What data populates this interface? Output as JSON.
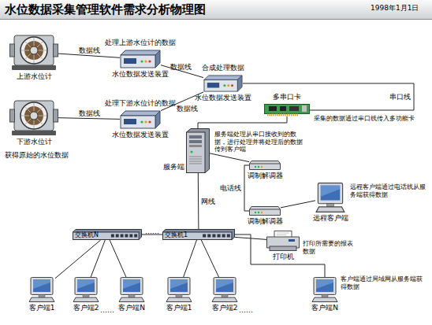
{
  "diagram": {
    "title": "水位数据采集管理软件需求分析物理图",
    "nodes": [
      {
        "text": [
          "上游水位计"
        ]
      },
      {
        "text": [
          "处理上游水位计的数据",
          "水位数据发送装置"
        ]
      },
      {
        "text": [
          "下游水位计"
        ]
      },
      {
        "text": [
          "处理下游水位计的数据",
          "水位数据发送装置"
        ]
      },
      {
        "text": [
          "合成处理数据",
          "水位数据发送装置"
        ]
      },
      {
        "text": [
          "多串口卡"
        ]
      },
      {
        "text": [
          "服务端"
        ]
      },
      {
        "text": [
          "调制解调器"
        ]
      },
      {
        "text": [
          "调制解调器"
        ]
      },
      {
        "text": [
          "远程客户端"
        ]
      },
      {
        "text": [
          "交换机N"
        ]
      },
      {
        "text": [
          "交换机1"
        ]
      },
      {
        "text": [
          "打印机"
        ]
      },
      {
        "text": [
          "客户端1"
        ]
      },
      {
        "text": [
          "客户端2"
        ]
      },
      {
        "text": [
          "客户端N"
        ]
      },
      {
        "text": [
          "客户端1"
        ]
      },
      {
        "text": [
          "客户端2"
        ]
      },
      {
        "text": [
          "客户端N"
        ]
      }
    ],
    "edges": [
      {
        "from": 0,
        "to": 1,
        "arrow": "none",
        "label": "数据线"
      },
      {
        "from": 2,
        "to": 3,
        "arrow": "none",
        "label": "数据线"
      },
      {
        "from": 1,
        "to": 4,
        "arrow": "none",
        "label": "数据线"
      },
      {
        "from": 3,
        "to": 4,
        "arrow": "none",
        "label": "数据线"
      },
      {
        "from": 4,
        "to": 5,
        "arrow": "none",
        "label": "串口线"
      },
      {
        "from": 5,
        "to": 6,
        "arrow": "none"
      },
      {
        "from": 6,
        "to": 7,
        "arrow": "none"
      },
      {
        "from": 7,
        "to": 8,
        "arrow": "none",
        "label": "电话线"
      },
      {
        "from": 8,
        "to": 9,
        "arrow": "none"
      },
      {
        "from": 6,
        "to": 11,
        "arrow": "none",
        "label": "网线"
      },
      {
        "from": 11,
        "to": 10,
        "arrow": "none",
        "label": "……"
      },
      {
        "from": 11,
        "to": 12,
        "arrow": "none"
      },
      {
        "from": 10,
        "to": 13,
        "arrow": "none"
      },
      {
        "from": 10,
        "to": 14,
        "arrow": "none"
      },
      {
        "from": 10,
        "to": 15,
        "arrow": "none"
      },
      {
        "from": 11,
        "to": 16,
        "arrow": "none"
      },
      {
        "from": 11,
        "to": 17,
        "arrow": "none"
      },
      {
        "from": 11,
        "to": 18,
        "arrow": "none"
      }
    ],
    "labels": [
      "1998年1月1日",
      "获得原始的水位数据",
      "采集的数据通过串口线传入多功能卡",
      "服务端处理从串口接收到的数据，进行处理并将处理后的数据传到客户端",
      "远程客户端通过电话线从服务端获得数据",
      "打印所需要的报表数据",
      "客户端通过局域网从服务端获得数据",
      "……",
      "……"
    ]
  }
}
